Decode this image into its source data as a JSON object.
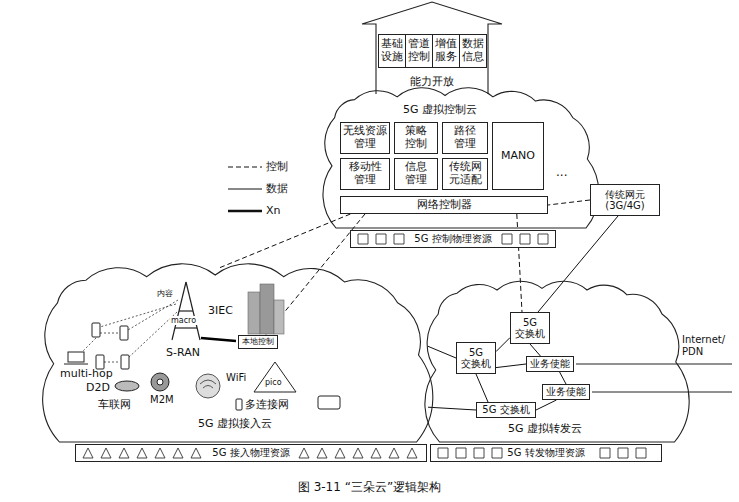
{
  "diagram": {
    "caption": "图 3-11 “三朵云”逻辑架构",
    "nodes": [
      {
        "text": [
          "能力开放"
        ]
      },
      {
        "text": [
          "基础 设施"
        ],
        "in": 0
      },
      {
        "text": [
          "管道 控制"
        ],
        "in": 0
      },
      {
        "text": [
          "增值 服务"
        ],
        "in": 0
      },
      {
        "text": [
          "数据 信息"
        ],
        "in": 0
      },
      {
        "text": [
          "5G 虚拟控制云"
        ]
      },
      {
        "text": [
          "无线资源 管理"
        ],
        "in": 5
      },
      {
        "text": [
          "策略 控制"
        ],
        "in": 5
      },
      {
        "text": [
          "路径 管理"
        ],
        "in": 5
      },
      {
        "text": [
          "移动性 管理"
        ],
        "in": 5
      },
      {
        "text": [
          "信息 管理"
        ],
        "in": 5
      },
      {
        "text": [
          "传统网 元适配"
        ],
        "in": 5
      },
      {
        "text": [
          "MANO"
        ],
        "in": 5
      },
      {
        "text": [
          "网络控制器"
        ],
        "in": 5
      },
      {
        "text": [
          "5G 控制物理资源"
        ]
      },
      {
        "text": [
          "传统网元 (3G/4G)"
        ]
      },
      {
        "text": [
          "5G 虚拟接入云"
        ]
      },
      {
        "text": [
          "本地控制"
        ],
        "in": 16
      },
      {
        "text": [
          "5G 接入物理资源"
        ]
      },
      {
        "text": [
          "5G 虚拟转发云"
        ]
      },
      {
        "text": [
          "5G 交换机"
        ],
        "in": 19
      },
      {
        "text": [
          "5G 交换机"
        ],
        "in": 19
      },
      {
        "text": [
          "业务使能"
        ],
        "in": 19
      },
      {
        "text": [
          "业务使能"
        ],
        "in": 19
      },
      {
        "text": [
          "5G 交换机"
        ],
        "in": 19
      },
      {
        "text": [
          "5G 转发物理资源"
        ]
      }
    ],
    "edges": [
      {
        "from": 13,
        "to": 16,
        "arrow": "none"
      },
      {
        "from": 13,
        "to": 17,
        "arrow": "none"
      },
      {
        "from": 13,
        "to": 20,
        "arrow": "none"
      },
      {
        "from": 15,
        "to": 13,
        "arrow": "none"
      },
      {
        "from": 15,
        "to": 20,
        "arrow": "none"
      },
      {
        "from": 16,
        "to": 21,
        "arrow": "none"
      },
      {
        "from": 16,
        "to": 24,
        "arrow": "none"
      },
      {
        "from": 20,
        "to": 21,
        "arrow": "none"
      },
      {
        "from": 20,
        "to": 22,
        "arrow": "none"
      },
      {
        "from": 21,
        "to": 24,
        "arrow": "none"
      },
      {
        "from": 22,
        "to": 23,
        "arrow": "none"
      },
      {
        "from": 23,
        "to": 24,
        "arrow": "none"
      },
      {
        "from": 21,
        "to": 22,
        "arrow": "none"
      }
    ],
    "labels": [
      "...",
      "内容",
      "macro",
      "3IEC",
      "S-RAN",
      "multi-hop",
      "D2D",
      "车联网",
      "M2M",
      "WiFi",
      "pico",
      "多连接网",
      "Internet/ PDN"
    ],
    "legend": [
      {
        "text": "控制"
      },
      {
        "text": "数据"
      },
      {
        "text": "Xn"
      }
    ]
  }
}
